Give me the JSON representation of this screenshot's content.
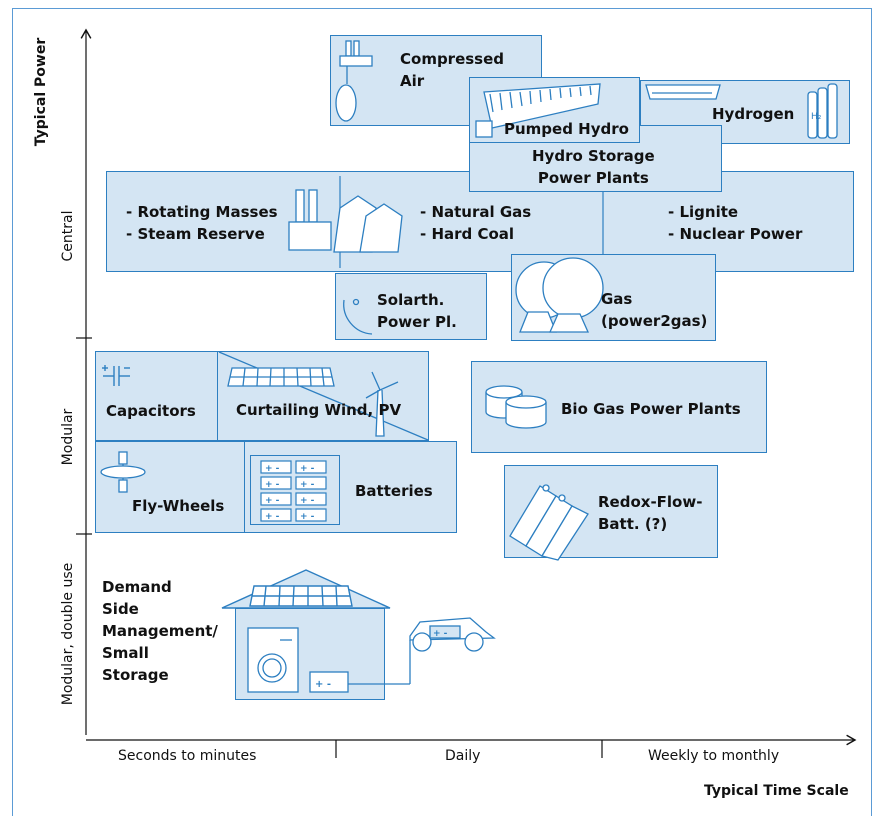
{
  "axes": {
    "y_title": "Typical Power",
    "x_title": "Typical Time Scale",
    "y_categories": [
      "Central",
      "Modular",
      "Modular, double use"
    ],
    "x_categories": [
      "Seconds to minutes",
      "Daily",
      "Weekly to monthly"
    ]
  },
  "technologies": {
    "compressed_air": "Compressed\nAir",
    "pumped_hydro": "Pumped Hydro",
    "hydrogen": "Hydrogen",
    "hydrogen_symbol": "H₂",
    "hydro_storage": "Hydro Storage\nPower Plants",
    "rotating_masses": "- Rotating Masses\n- Steam Reserve",
    "natural_gas": "- Natural Gas\n- Hard Coal",
    "lignite": "- Lignite\n- Nuclear Power",
    "solarth": "Solarth.\nPower Pl.",
    "gas": "Gas\n(power2gas)",
    "capacitors": "Capacitors",
    "curtailing": "Curtailing Wind, PV",
    "bio_gas": "Bio Gas Power Plants",
    "fly_wheels": "Fly-Wheels",
    "batteries": "Batteries",
    "redox": "Redox-Flow-\nBatt. (?)",
    "demand_side": "Demand\nSide\nManagement/\nSmall\nStorage"
  },
  "colors": {
    "box_fill": "#d4e5f3",
    "box_stroke": "#2d7fc1",
    "frame": "#5b9bd5",
    "axis": "#111111"
  }
}
